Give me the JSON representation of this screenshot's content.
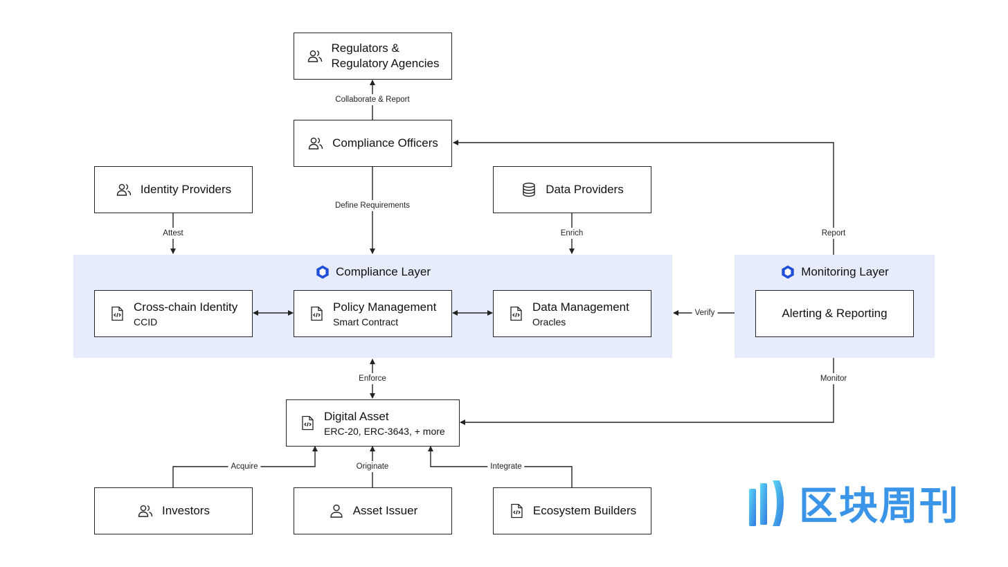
{
  "layers": {
    "compliance": {
      "title": "Compliance Layer"
    },
    "monitoring": {
      "title": "Monitoring Layer"
    }
  },
  "boxes": {
    "regulators": {
      "line1": "Regulators &",
      "line2": "Regulatory Agencies",
      "icon": "users-icon"
    },
    "compliance_officers": {
      "line1": "Compliance Officers",
      "icon": "users-icon"
    },
    "identity_providers": {
      "line1": "Identity Providers",
      "icon": "users-icon"
    },
    "data_providers": {
      "line1": "Data Providers",
      "icon": "database-icon"
    },
    "ccid": {
      "line1": "Cross-chain Identity",
      "line2": "CCID",
      "icon": "code-file-icon"
    },
    "policy": {
      "line1": "Policy Management",
      "line2": "Smart Contract",
      "icon": "code-file-icon"
    },
    "data_mgmt": {
      "line1": "Data Management",
      "line2": "Oracles",
      "icon": "code-file-icon"
    },
    "alerting": {
      "line1": "Alerting & Reporting"
    },
    "digital_asset": {
      "line1": "Digital Asset",
      "line2": "ERC-20, ERC-3643, + more",
      "icon": "code-file-icon"
    },
    "investors": {
      "line1": "Investors",
      "icon": "users-icon"
    },
    "asset_issuer": {
      "line1": "Asset Issuer",
      "icon": "user-icon"
    },
    "ecosystem": {
      "line1": "Ecosystem Builders",
      "icon": "code-file-icon"
    }
  },
  "edges": {
    "collaborate": "Collaborate & Report",
    "define": "Define Requirements",
    "attest": "Attest",
    "enrich": "Enrich",
    "report": "Report",
    "verify": "Verify",
    "enforce": "Enforce",
    "monitor": "Monitor",
    "acquire": "Acquire",
    "originate": "Originate",
    "integrate": "Integrate"
  },
  "watermark": {
    "text": "区块周刊",
    "icon": "brand-logo-icon"
  },
  "colors": {
    "layer_bg": "#e6ecfb",
    "accent": "#1f4fd6",
    "stroke": "#222222",
    "watermark": "#2a8de8"
  }
}
